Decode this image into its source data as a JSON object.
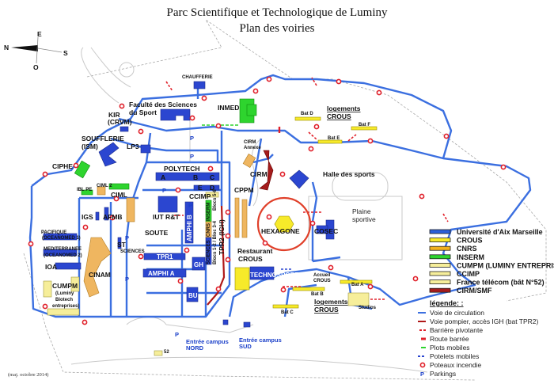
{
  "title": "Parc Scientifique et Technologique de Luminy",
  "subtitle": "Plan des voiries",
  "compass": {
    "n": "N",
    "e": "E",
    "s": "S",
    "o": "O"
  },
  "labels": {
    "chaufferie": "CHAUFFERIE",
    "fss1": "Faculté des Sciences",
    "fss2": "du Sport",
    "inmed": "INMED",
    "kir1": "KIR",
    "kir2": "(CRVM)",
    "souf1": "SOUFFLERIE",
    "souf2": "(ISM)",
    "lp3": "LP3",
    "ciphe": "CIPHE",
    "polytech": "POLYTECH",
    "pa": "A",
    "pb": "B",
    "pc": "C",
    "pd": "D",
    "pe": "E",
    "ciml": "CIML",
    "ciml2": "CIML 2",
    "iblpe": "IBL PE",
    "igs": "IGS",
    "afmb": "AFMB",
    "iut": "IUT R&T",
    "soute": "SOUTE",
    "amphib": "AMPHI B",
    "ccimp": "CCIMP",
    "cppm": "CPPM",
    "cirm": "CIRM",
    "cirm_annexe1": "CIRM",
    "cirm_annexe2": "Annexe",
    "hexagone": "HEXAGONE",
    "cosec": "COSEC",
    "halle": "Halle des sports",
    "plaine1": "Plaine",
    "plaine2": "sportive",
    "logN1": "logements",
    "logN2": "CROUS",
    "batD": "Bat D",
    "batE": "Bat E",
    "batF": "Bat F",
    "pac1": "PACIFIQUE",
    "pac2": "(OCEANOMED 1)",
    "med1": "MEDITERRANEE",
    "med2": "(OCEANOMED 2)",
    "ioa": "IOA",
    "cinam": "CINAM",
    "cumpm1": "CUMPM",
    "cumpm2": "(Luminy",
    "cumpm3": "Biotech",
    "cumpm4": "entreprises)",
    "st": "ST",
    "sciences": "SCIENCES",
    "tpr1": "TPR1",
    "amphia": "AMPHI A",
    "gh": "GH",
    "bu": "BU",
    "inserm_v": "INSERM",
    "cnrs_v": "CNRS",
    "sciences_v": "SCIENCES",
    "blocs1": "Blocs 5-6",
    "blocs2": "Bloc 3-4 / Blocs 5-6",
    "blocs3": "Blocs 1-2 / Bloc 3-4",
    "tpr2": "TPR2 (IGH)",
    "resto1": "Restaurant",
    "resto2": "CROUS",
    "technosport": "TECHNOSPORT",
    "accueil1": "Accueil",
    "accueil2": "CROUS",
    "batA": "Bat A",
    "batB": "Bat B",
    "batC": "Bat C",
    "logS1": "logements",
    "logS2": "CROUS",
    "studios": "Studios",
    "nord1": "Entrée campus",
    "nord2": "NORD",
    "sud1": "Entrée campus",
    "sud2": "SUD",
    "b52": "52",
    "parking": "P",
    "maj": "(maj. octobre 2014)"
  },
  "owners": [
    {
      "label": "Université d'Aix Marseille",
      "color": "#2b5fd9"
    },
    {
      "label": "CROUS",
      "color": "#f7ea2a"
    },
    {
      "label": "CNRS",
      "color": "#f2b21c"
    },
    {
      "label": "INSERM",
      "color": "#2ed42e"
    },
    {
      "label": "CUMPM (LUMINY ENTREPRISES)",
      "color": "#f6ee9a"
    },
    {
      "label": "CCIMP",
      "color": "#f6ee9a"
    },
    {
      "label": "France télécom (bât N°52)",
      "color": "#f6ee9a"
    },
    {
      "label": "CIRM/SMF",
      "color": "#a51c1c"
    }
  ],
  "legend": {
    "title": "légende: :",
    "items": [
      {
        "label": "Voie de circulation",
        "symbol": "blue-line"
      },
      {
        "label": "Voie pompier, accès IGH (bat TPR2)",
        "symbol": "dark-red-line"
      },
      {
        "label": "Barrière pivotante",
        "symbol": "red-dash"
      },
      {
        "label": "Route barrée",
        "symbol": "red-bar"
      },
      {
        "label": "Plots mobiles",
        "symbol": "green-dash"
      },
      {
        "label": "Potelets mobiles",
        "symbol": "blue-dash"
      },
      {
        "label": "Poteaux incendie",
        "symbol": "red-circle"
      },
      {
        "label": "Parkings",
        "symbol": "P"
      }
    ]
  }
}
